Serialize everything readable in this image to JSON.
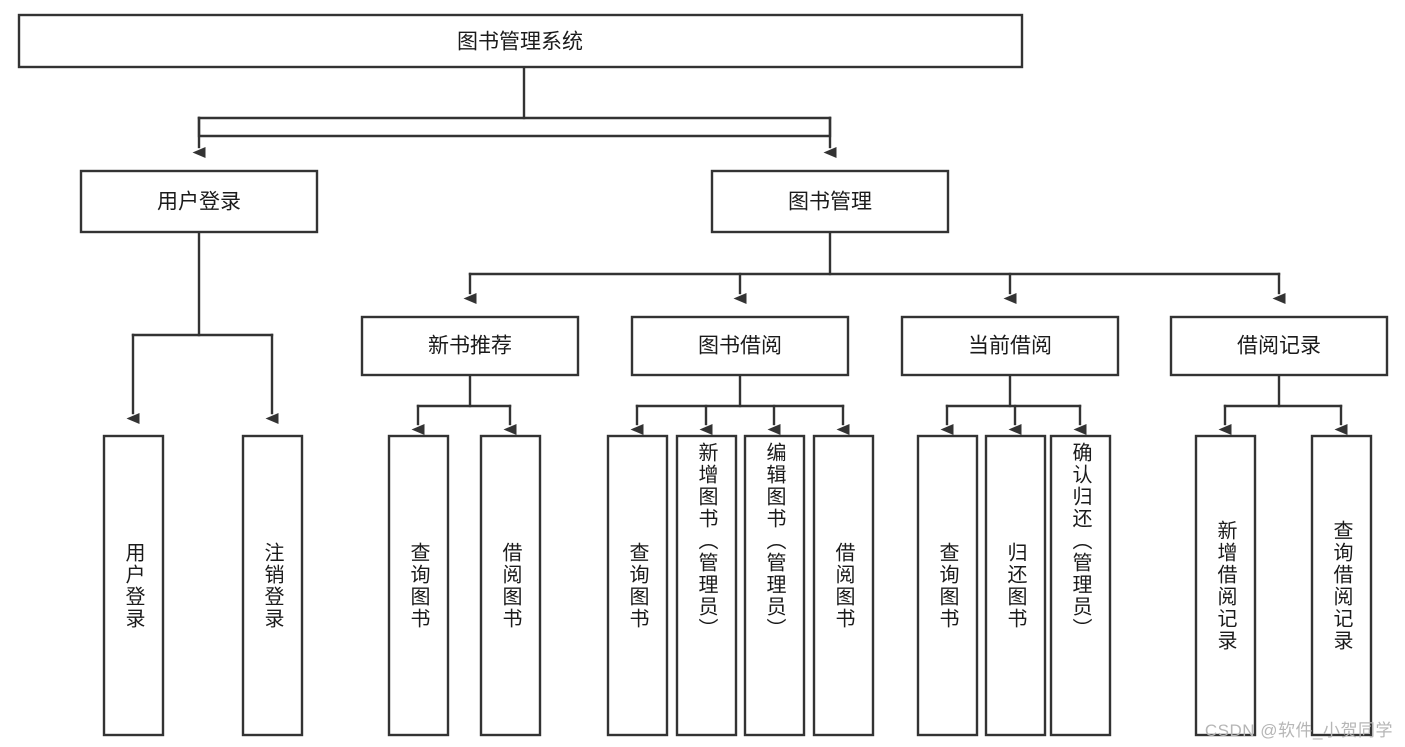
{
  "diagram": {
    "type": "tree",
    "title": "图书管理系统",
    "orientation": "top-down",
    "colors": {
      "background": "#ffffff",
      "box_fill": "#ffffff",
      "box_stroke": "#333333",
      "text": "#1b1b1b",
      "watermark": "#b6b6b6"
    },
    "watermark": "CSDN @软件_小贺同学",
    "levels": {
      "level1": [
        "图书管理系统"
      ],
      "level2": [
        "用户登录",
        "图书管理"
      ],
      "level3": [
        "新书推荐",
        "图书借阅",
        "当前借阅",
        "借阅记录"
      ],
      "level4": [
        "用户登录",
        "注销登录",
        "查询图书",
        "借阅图书",
        "查询图书",
        "新增图书（管理员）",
        "编辑图书（管理员）",
        "借阅图书",
        "查询图书",
        "归还图书",
        "确认归还（管理员）",
        "新增借阅记录",
        "查询借阅记录"
      ]
    },
    "nodes": {
      "root": {
        "label": "图书管理系统"
      },
      "user_login": {
        "label": "用户登录"
      },
      "book_manage": {
        "label": "图书管理"
      },
      "new_book_rec": {
        "label": "新书推荐"
      },
      "book_borrow": {
        "label": "图书借阅"
      },
      "current_borrow": {
        "label": "当前借阅"
      },
      "borrow_record": {
        "label": "借阅记录"
      },
      "leaf_user_login": {
        "label": "用户登录"
      },
      "leaf_logout": {
        "label": "注销登录"
      },
      "leaf_query_book_1": {
        "label": "查询图书"
      },
      "leaf_borrow_book_1": {
        "label": "借阅图书"
      },
      "leaf_query_book_2": {
        "label": "查询图书"
      },
      "leaf_add_book": {
        "label": "新增图书（管理员）"
      },
      "leaf_edit_book": {
        "label": "编辑图书（管理员）"
      },
      "leaf_borrow_book_2": {
        "label": "借阅图书"
      },
      "leaf_query_book_3": {
        "label": "查询图书"
      },
      "leaf_return_book": {
        "label": "归还图书"
      },
      "leaf_confirm_return": {
        "label": "确认归还（管理员）"
      },
      "leaf_add_record": {
        "label": "新增借阅记录"
      },
      "leaf_query_record": {
        "label": "查询借阅记录"
      }
    },
    "edges": [
      {
        "from": "图书管理系统",
        "to": "用户登录"
      },
      {
        "from": "图书管理系统",
        "to": "图书管理"
      },
      {
        "from": "用户登录",
        "to": "用户登录"
      },
      {
        "from": "用户登录",
        "to": "注销登录"
      },
      {
        "from": "图书管理",
        "to": "新书推荐"
      },
      {
        "from": "图书管理",
        "to": "图书借阅"
      },
      {
        "from": "图书管理",
        "to": "当前借阅"
      },
      {
        "from": "图书管理",
        "to": "借阅记录"
      },
      {
        "from": "新书推荐",
        "to": "查询图书"
      },
      {
        "from": "新书推荐",
        "to": "借阅图书"
      },
      {
        "from": "图书借阅",
        "to": "查询图书"
      },
      {
        "from": "图书借阅",
        "to": "新增图书（管理员）"
      },
      {
        "from": "图书借阅",
        "to": "编辑图书（管理员）"
      },
      {
        "from": "图书借阅",
        "to": "借阅图书"
      },
      {
        "from": "当前借阅",
        "to": "查询图书"
      },
      {
        "from": "当前借阅",
        "to": "归还图书"
      },
      {
        "from": "当前借阅",
        "to": "确认归还（管理员）"
      },
      {
        "from": "借阅记录",
        "to": "新增借阅记录"
      },
      {
        "from": "借阅记录",
        "to": "查询借阅记录"
      }
    ]
  }
}
